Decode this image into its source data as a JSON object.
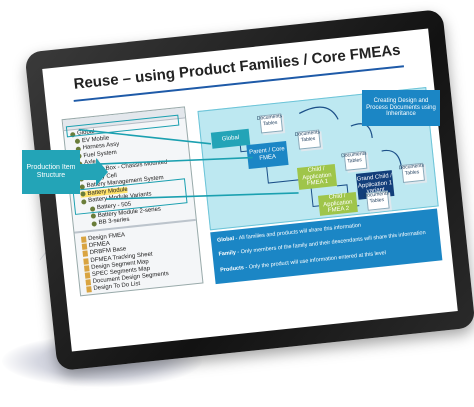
{
  "slide": {
    "title": "Reuse – using Product Families / Core FMEAs"
  },
  "tree_items": [
    {
      "label": "Global",
      "highlight": false
    },
    {
      "label": "EV Mobile",
      "highlight": false
    },
    {
      "label": "Harness Assy",
      "highlight": false
    },
    {
      "label": "Fuel System",
      "highlight": false
    },
    {
      "label": "Axles",
      "highlight": false
    },
    {
      "label": "Battery Box - Chassis Mounted",
      "highlight": false
    },
    {
      "label": "Battery Cell",
      "highlight": false
    },
    {
      "label": "Battery Management System",
      "highlight": false
    },
    {
      "label": "Battery Module",
      "highlight": true
    },
    {
      "label": "Battery Module Variants",
      "highlight": false
    },
    {
      "label": "Battery - 505",
      "highlight": false
    },
    {
      "label": "Battery Module 2-series",
      "highlight": false
    },
    {
      "label": "BB 3-series",
      "highlight": false
    }
  ],
  "doc_items": [
    "Design FMEA",
    "DFMEA",
    "DRBFM Base",
    "DFMEA Tracking Sheet",
    "Design Segment Map",
    "SPEC Segments Map",
    "Document Design Segments",
    "Design To Do List"
  ],
  "callouts": {
    "left": "Production Item Structure",
    "right": "Creating Design and Process Documents using Inheritance"
  },
  "diagram": {
    "global": "Global",
    "parent": "Parent / Core FMEA",
    "child1": "Child / Application FMEA 1",
    "grand": "Grand Child / Application 1 variant",
    "child2": "Child / Application FMEA 2",
    "doc_label": "Documents Tables"
  },
  "info": [
    {
      "label": "Global",
      "text": "- All families and products will share this information"
    },
    {
      "label": "Family",
      "text": "- Only members of the family and their descendants will share this information"
    },
    {
      "label": "Products",
      "text": "- Only the product will use information entered at this level"
    }
  ],
  "colors": {
    "accent_blue": "#1b86c5",
    "teal_panel": "#bde8f1",
    "callout_teal": "#23a4b7",
    "node_green": "#9fc54a",
    "node_navy": "#123e7a"
  }
}
